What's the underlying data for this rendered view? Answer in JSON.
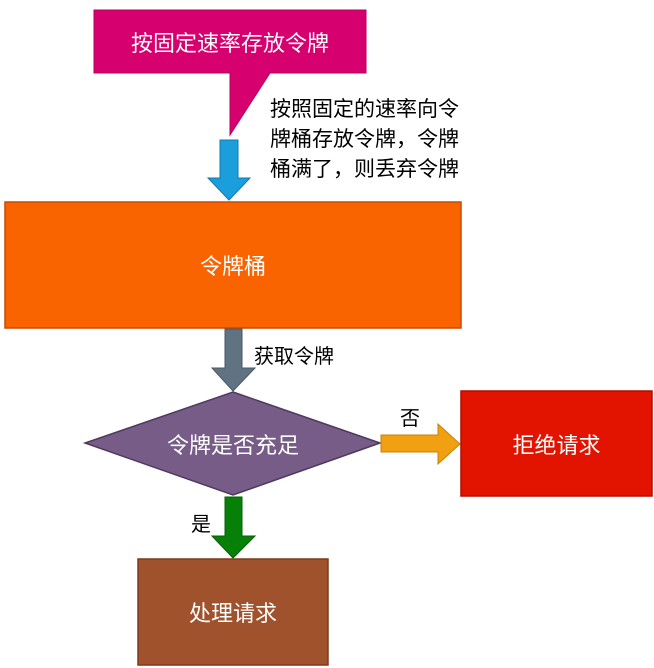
{
  "callout": {
    "text": "按固定速率存放令牌",
    "color": "#d6006e"
  },
  "note": {
    "lines": [
      "按照固定的速率向令",
      "牌桶存放令牌，令牌",
      "桶满了，则丢弃令牌"
    ]
  },
  "bucket": {
    "text": "令牌桶",
    "color": "#f96400"
  },
  "get_token_label": "获取令牌",
  "decision": {
    "text": "令牌是否充足",
    "color": "#765c87"
  },
  "no_label": "否",
  "yes_label": "是",
  "reject": {
    "text": "拒绝请求",
    "color": "#e21400"
  },
  "process": {
    "text": "处理请求",
    "color": "#a0522d"
  }
}
